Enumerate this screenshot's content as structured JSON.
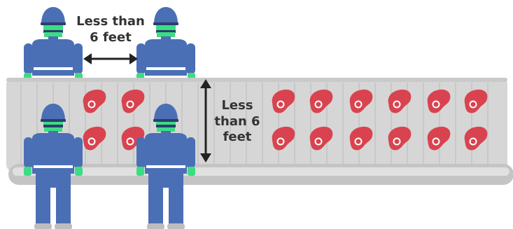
{
  "labels": {
    "horizontal_line1": "Less than",
    "horizontal_line2": "6 feet",
    "vertical_line1": "Less",
    "vertical_line2": "than 6",
    "vertical_line3": "feet"
  },
  "icons": {
    "worker": "worker-icon",
    "meat": "meat-cut-icon",
    "arrow": "double-arrow-icon",
    "conveyor": "conveyor-belt"
  },
  "colors": {
    "worker_blue": "#4a6fb5",
    "worker_dark": "#2c3e6b",
    "mask_green": "#3ddc84",
    "meat_red": "#d9434f",
    "belt_gray": "#d6d6d6",
    "belt_line": "#c4c4c4",
    "rail_gray": "#bdbdbd",
    "arrow_dark": "#222222",
    "text_dark": "#333333"
  },
  "counts": {
    "workers_back_row": 2,
    "workers_front_row": 2,
    "meat_cuts_left_group": 4,
    "meat_cuts_right_group": 12
  }
}
